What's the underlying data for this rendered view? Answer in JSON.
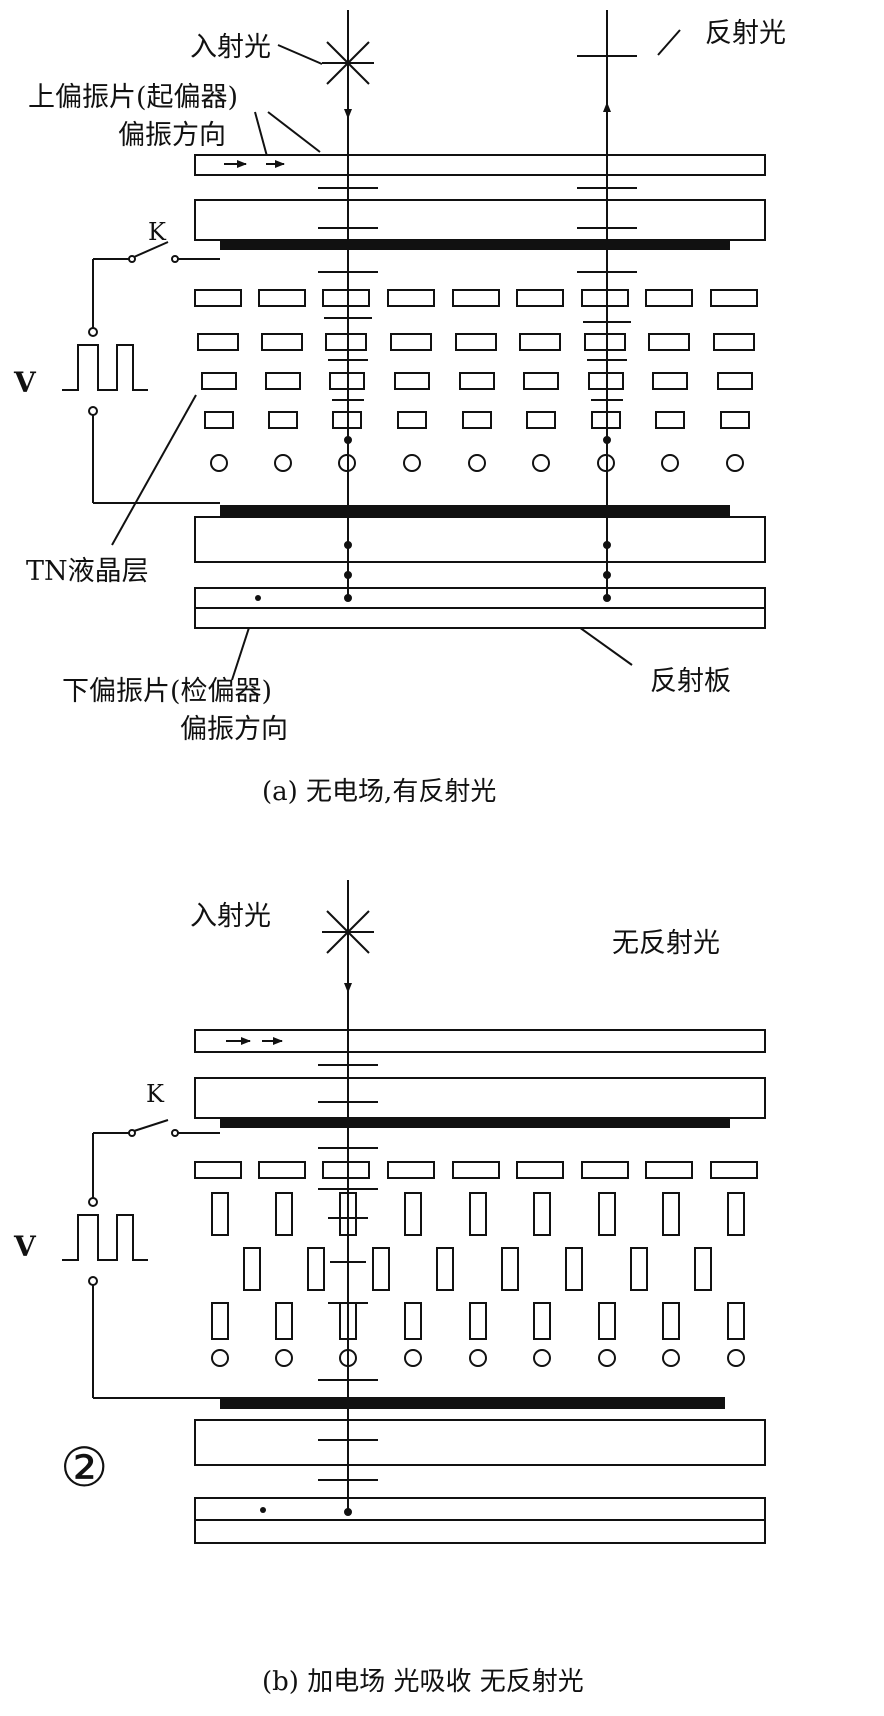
{
  "panel_a": {
    "incident_light": "入射光",
    "reflected_light": "反射光",
    "upper_polarizer": "上偏振片(起偏器)",
    "upper_polarizer_dir": "偏振方向",
    "switch": "K",
    "voltage": "V",
    "tn_layer": "TN液晶层",
    "lower_polarizer": "下偏振片(检偏器)",
    "lower_polarizer_dir": "偏振方向",
    "reflector": "反射板",
    "caption": "(a) 无电场,有反射光"
  },
  "panel_b": {
    "incident_light": "入射光",
    "no_reflection": "无反射光",
    "switch": "K",
    "voltage": "V",
    "figure_number": "②",
    "caption": "(b) 加电场 光吸收 无反射光"
  }
}
